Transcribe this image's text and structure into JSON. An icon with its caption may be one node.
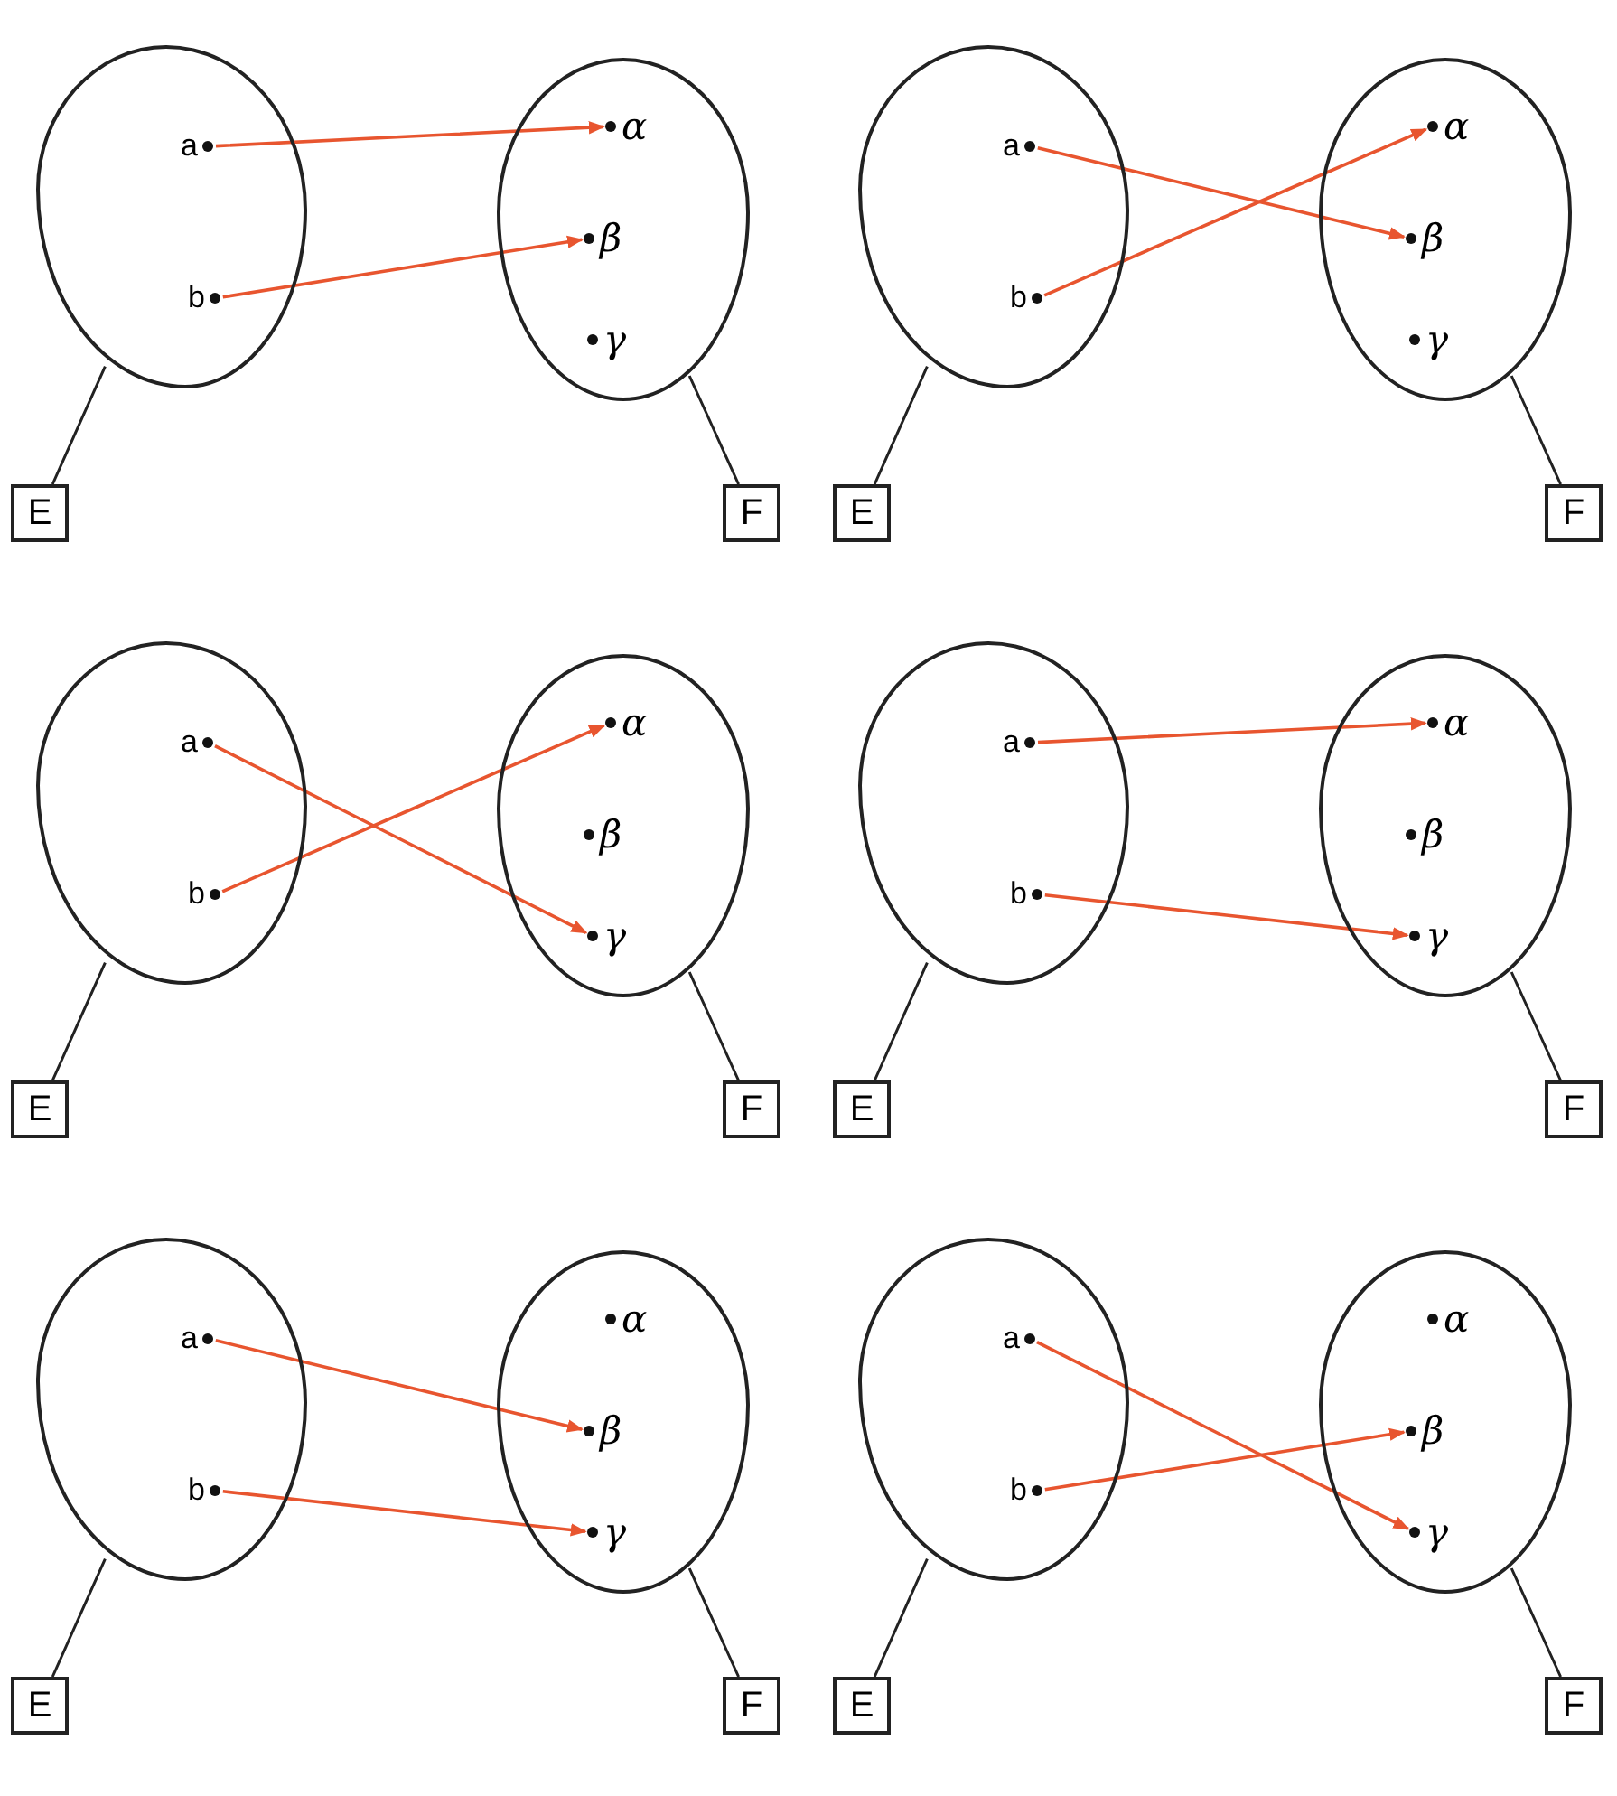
{
  "diagram": {
    "nodes": [
      {
        "text": [],
        "shape": "circle"
      },
      {
        "text": [
          "a"
        ],
        "in": 0
      },
      {
        "text": [
          "b"
        ],
        "in": 0
      },
      {
        "text": [],
        "shape": "circle"
      },
      {
        "text": [
          "α"
        ],
        "in": 3
      },
      {
        "text": [
          "β"
        ],
        "in": 3
      },
      {
        "text": [
          "γ"
        ],
        "in": 3
      },
      {
        "text": [
          "E"
        ]
      },
      {
        "text": [
          "F"
        ]
      },
      {
        "text": [],
        "shape": "circle"
      },
      {
        "text": [
          "a"
        ],
        "in": 9
      },
      {
        "text": [
          "b"
        ],
        "in": 9
      },
      {
        "text": [],
        "shape": "circle"
      },
      {
        "text": [
          "α"
        ],
        "in": 12
      },
      {
        "text": [
          "β"
        ],
        "in": 12
      },
      {
        "text": [
          "γ"
        ],
        "in": 12
      },
      {
        "text": [
          "E"
        ]
      },
      {
        "text": [
          "F"
        ]
      },
      {
        "text": [],
        "shape": "circle"
      },
      {
        "text": [
          "a"
        ],
        "in": 18
      },
      {
        "text": [
          "b"
        ],
        "in": 18
      },
      {
        "text": [],
        "shape": "circle"
      },
      {
        "text": [
          "α"
        ],
        "in": 21
      },
      {
        "text": [
          "β"
        ],
        "in": 21
      },
      {
        "text": [
          "γ"
        ],
        "in": 21
      },
      {
        "text": [
          "E"
        ]
      },
      {
        "text": [
          "F"
        ]
      },
      {
        "text": [],
        "shape": "circle"
      },
      {
        "text": [
          "a"
        ],
        "in": 27
      },
      {
        "text": [
          "b"
        ],
        "in": 27
      },
      {
        "text": [],
        "shape": "circle"
      },
      {
        "text": [
          "α"
        ],
        "in": 30
      },
      {
        "text": [
          "β"
        ],
        "in": 30
      },
      {
        "text": [
          "γ"
        ],
        "in": 30
      },
      {
        "text": [
          "E"
        ]
      },
      {
        "text": [
          "F"
        ]
      },
      {
        "text": [],
        "shape": "circle"
      },
      {
        "text": [
          "a"
        ],
        "in": 36
      },
      {
        "text": [
          "b"
        ],
        "in": 36
      },
      {
        "text": [],
        "shape": "circle"
      },
      {
        "text": [
          "α"
        ],
        "in": 39
      },
      {
        "text": [
          "β"
        ],
        "in": 39
      },
      {
        "text": [
          "γ"
        ],
        "in": 39
      },
      {
        "text": [
          "E"
        ]
      },
      {
        "text": [
          "F"
        ]
      },
      {
        "text": [],
        "shape": "circle"
      },
      {
        "text": [
          "a"
        ],
        "in": 45
      },
      {
        "text": [
          "b"
        ],
        "in": 45
      },
      {
        "text": [],
        "shape": "circle"
      },
      {
        "text": [
          "α"
        ],
        "in": 48
      },
      {
        "text": [
          "β"
        ],
        "in": 48
      },
      {
        "text": [
          "γ"
        ],
        "in": 48
      },
      {
        "text": [
          "E"
        ]
      },
      {
        "text": [
          "F"
        ]
      }
    ],
    "edges": [
      {
        "from": 1,
        "to": 4,
        "arrow": "to",
        "color": "#e8552f"
      },
      {
        "from": 2,
        "to": 5,
        "arrow": "to",
        "color": "#e8552f"
      },
      {
        "from": 0,
        "to": 7,
        "arrow": "none",
        "color": "#222222"
      },
      {
        "from": 3,
        "to": 8,
        "arrow": "none",
        "color": "#222222"
      },
      {
        "from": 10,
        "to": 14,
        "arrow": "to",
        "color": "#e8552f"
      },
      {
        "from": 11,
        "to": 13,
        "arrow": "to",
        "color": "#e8552f"
      },
      {
        "from": 9,
        "to": 16,
        "arrow": "none",
        "color": "#222222"
      },
      {
        "from": 12,
        "to": 17,
        "arrow": "none",
        "color": "#222222"
      },
      {
        "from": 19,
        "to": 24,
        "arrow": "to",
        "color": "#e8552f"
      },
      {
        "from": 20,
        "to": 22,
        "arrow": "to",
        "color": "#e8552f"
      },
      {
        "from": 18,
        "to": 25,
        "arrow": "none",
        "color": "#222222"
      },
      {
        "from": 21,
        "to": 26,
        "arrow": "none",
        "color": "#222222"
      },
      {
        "from": 28,
        "to": 31,
        "arrow": "to",
        "color": "#e8552f"
      },
      {
        "from": 29,
        "to": 33,
        "arrow": "to",
        "color": "#e8552f"
      },
      {
        "from": 27,
        "to": 34,
        "arrow": "none",
        "color": "#222222"
      },
      {
        "from": 30,
        "to": 35,
        "arrow": "none",
        "color": "#222222"
      },
      {
        "from": 37,
        "to": 41,
        "arrow": "to",
        "color": "#e8552f"
      },
      {
        "from": 38,
        "to": 42,
        "arrow": "to",
        "color": "#e8552f"
      },
      {
        "from": 36,
        "to": 43,
        "arrow": "none",
        "color": "#222222"
      },
      {
        "from": 39,
        "to": 44,
        "arrow": "none",
        "color": "#222222"
      },
      {
        "from": 46,
        "to": 51,
        "arrow": "to",
        "color": "#e8552f"
      },
      {
        "from": 47,
        "to": 50,
        "arrow": "to",
        "color": "#e8552f"
      },
      {
        "from": 45,
        "to": 52,
        "arrow": "none",
        "color": "#222222"
      },
      {
        "from": 48,
        "to": 53,
        "arrow": "none",
        "color": "#222222"
      }
    ]
  }
}
